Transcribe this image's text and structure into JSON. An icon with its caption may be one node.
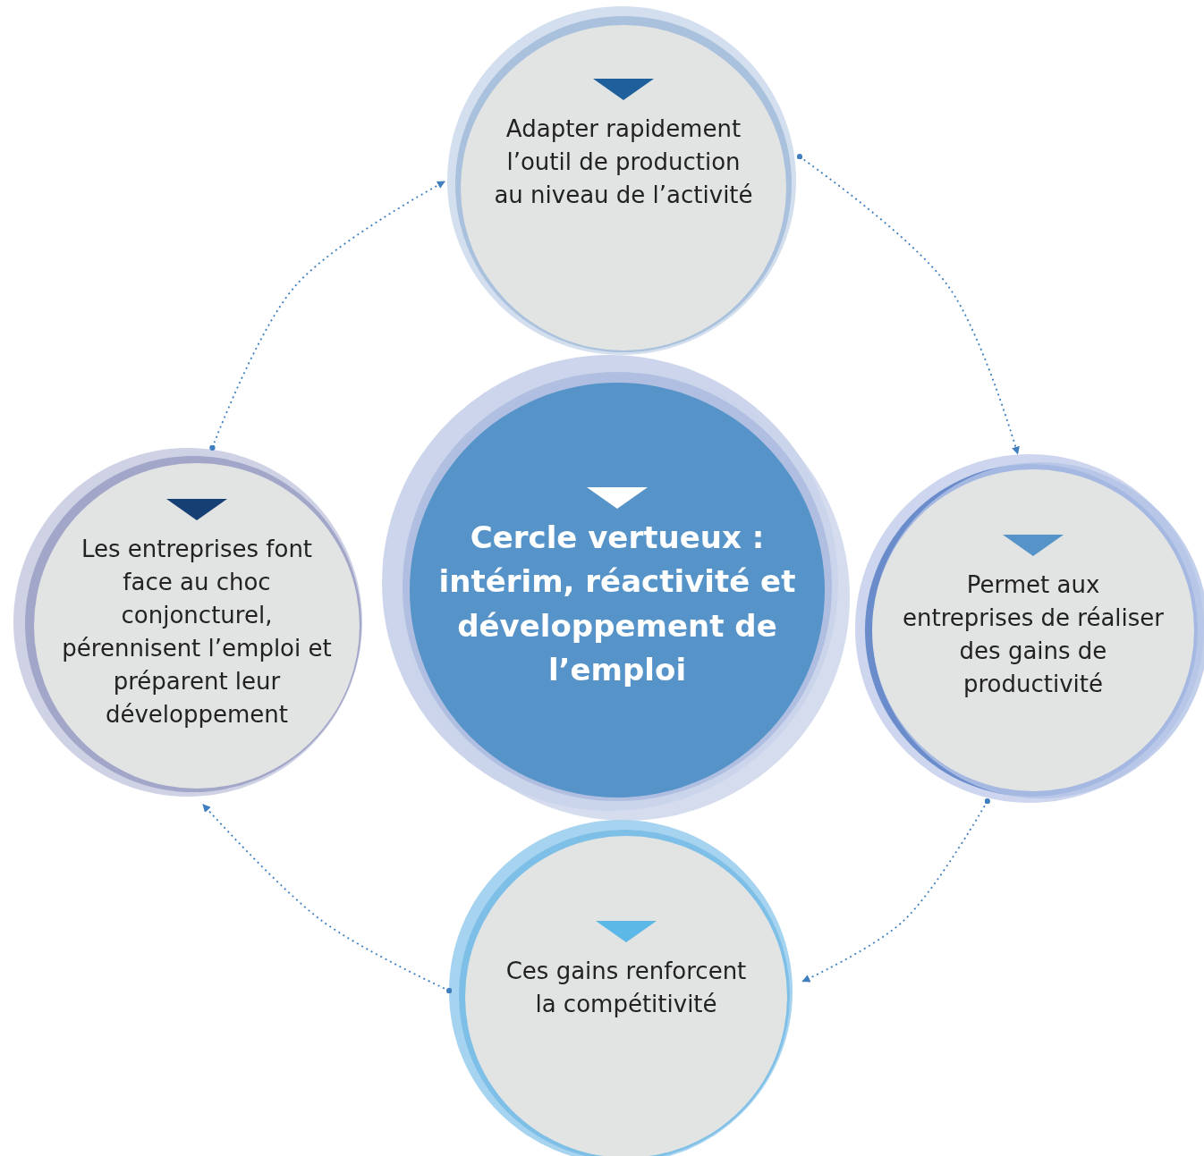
{
  "diagram": {
    "nodes": [
      {
        "text": [
          "Cercle vertueux : intérim, réactivité et développement de l’emploi"
        ]
      },
      {
        "text": [
          "Adapter rapidement l’outil de production au niveau de l’activité"
        ]
      },
      {
        "text": [
          "Permet aux entreprises de réaliser des gains de productivité"
        ]
      },
      {
        "text": [
          "Ces gains renforcent la compétitivité"
        ]
      },
      {
        "text": [
          "Les entreprises font face au choc conjoncturel, pérennisent l’emploi et préparent leur développement"
        ]
      }
    ],
    "edges": [
      {
        "from": 1,
        "to": 2,
        "arrow": "to",
        "style": "dashed"
      },
      {
        "from": 2,
        "to": 3,
        "arrow": "to",
        "style": "dashed"
      },
      {
        "from": 3,
        "to": 4,
        "arrow": "to",
        "style": "dashed"
      },
      {
        "from": 4,
        "to": 1,
        "arrow": "to",
        "style": "dashed"
      }
    ]
  }
}
